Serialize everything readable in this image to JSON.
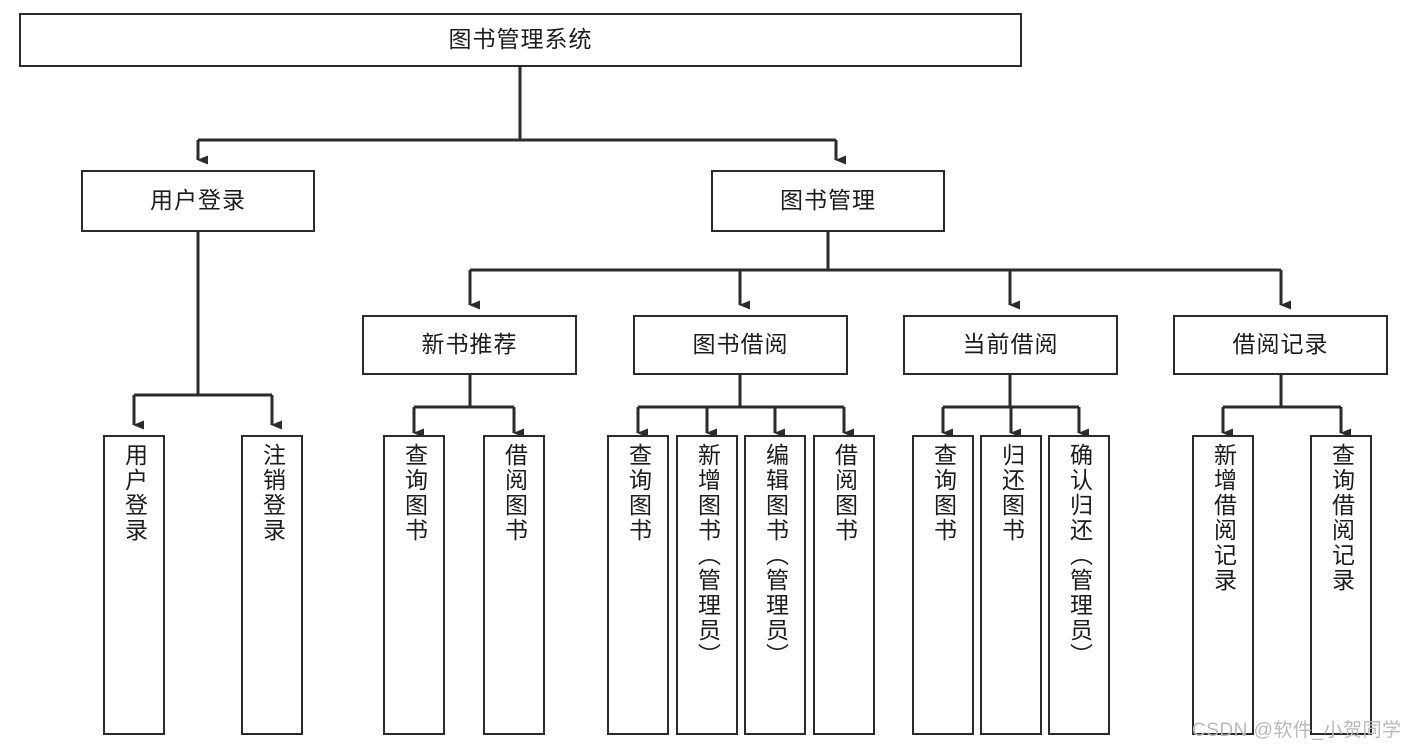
{
  "diagram": {
    "type": "tree-hierarchy",
    "title": "图书管理系统",
    "watermark": "CSDN @软件_小贺同学",
    "colors": {
      "box_border": "#2b2b2b",
      "box_fill": "#ffffff",
      "connector": "#2b2b2b",
      "text": "#1c1c1c",
      "watermark": "#b9b9b9",
      "background": "#ffffff"
    },
    "nodes": {
      "root": {
        "id": "root",
        "label": "图书管理系统",
        "orientation": "horizontal"
      },
      "level2": [
        {
          "id": "user-login",
          "label": "用户登录",
          "orientation": "horizontal"
        },
        {
          "id": "book-management",
          "label": "图书管理",
          "orientation": "horizontal"
        }
      ],
      "level3": [
        {
          "id": "new-book-recommend",
          "label": "新书推荐",
          "orientation": "horizontal"
        },
        {
          "id": "book-borrow",
          "label": "图书借阅",
          "orientation": "horizontal"
        },
        {
          "id": "current-borrow",
          "label": "当前借阅",
          "orientation": "horizontal"
        },
        {
          "id": "borrow-record",
          "label": "借阅记录",
          "orientation": "horizontal"
        }
      ],
      "leaves": [
        {
          "id": "leaf-user-login",
          "label": "用户登录",
          "parent": "user-login",
          "orientation": "vertical"
        },
        {
          "id": "leaf-user-logout",
          "label": "注销登录",
          "parent": "user-login",
          "orientation": "vertical"
        },
        {
          "id": "leaf-query-book-1",
          "label": "查询图书",
          "parent": "new-book-recommend",
          "orientation": "vertical"
        },
        {
          "id": "leaf-borrow-book-1",
          "label": "借阅图书",
          "parent": "new-book-recommend",
          "orientation": "vertical"
        },
        {
          "id": "leaf-query-book-2",
          "label": "查询图书",
          "parent": "book-borrow",
          "orientation": "vertical"
        },
        {
          "id": "leaf-add-book",
          "label": "新增图书（管理员）",
          "parent": "book-borrow",
          "orientation": "vertical"
        },
        {
          "id": "leaf-edit-book",
          "label": "编辑图书（管理员）",
          "parent": "book-borrow",
          "orientation": "vertical"
        },
        {
          "id": "leaf-borrow-book-2",
          "label": "借阅图书",
          "parent": "book-borrow",
          "orientation": "vertical"
        },
        {
          "id": "leaf-query-book-3",
          "label": "查询图书",
          "parent": "current-borrow",
          "orientation": "vertical"
        },
        {
          "id": "leaf-return-book",
          "label": "归还图书",
          "parent": "current-borrow",
          "orientation": "vertical"
        },
        {
          "id": "leaf-confirm-return",
          "label": "确认归还（管理员）",
          "parent": "current-borrow",
          "orientation": "vertical"
        },
        {
          "id": "leaf-add-record",
          "label": "新增借阅记录",
          "parent": "borrow-record",
          "orientation": "vertical"
        },
        {
          "id": "leaf-query-record",
          "label": "查询借阅记录",
          "parent": "borrow-record",
          "orientation": "vertical"
        }
      ]
    }
  }
}
